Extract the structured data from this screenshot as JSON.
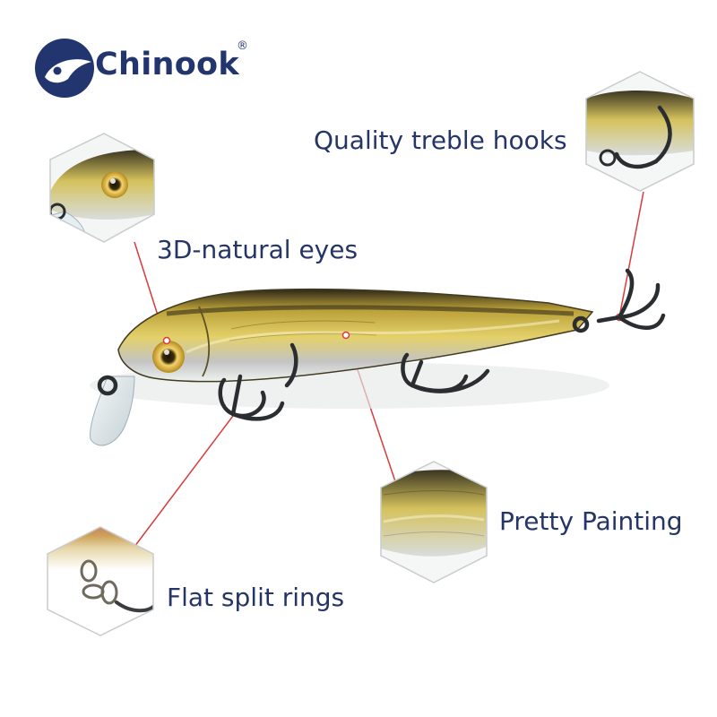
{
  "brand": {
    "name": "Chinook",
    "registered_mark": "®",
    "colors": {
      "primary": "#22356f"
    }
  },
  "callouts": {
    "hooks": "Quality treble hooks",
    "eyes": "3D-natural eyes",
    "painting": "Pretty Painting",
    "rings": "Flat split rings"
  },
  "colors": {
    "pointer_line": "#d93b3b",
    "lure_gold": "#c7b33f",
    "lure_dark": "#2f2a19"
  }
}
